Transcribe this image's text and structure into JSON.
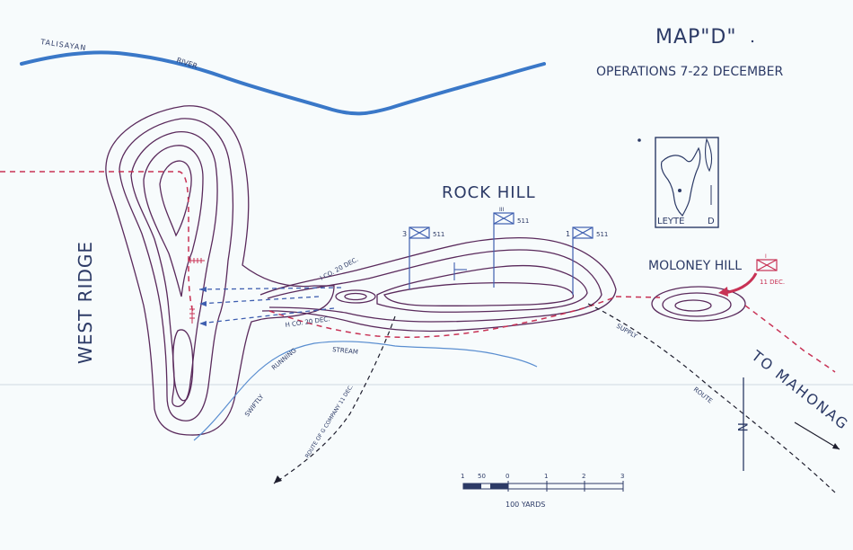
{
  "map": {
    "title": "MAP\"D\"",
    "subtitle": "OPERATIONS 7-22 DECEMBER"
  },
  "labels": {
    "river_name_1": "TALISAYAN",
    "river_name_2": "RIVER",
    "rock_hill": "ROCK HILL",
    "moloney_hill": "MOLONEY HILL",
    "west_ridge": "WEST RIDGE",
    "to_mahonag": "TO MAHONAG",
    "i_co": "I CO. 20 DEC.",
    "h_co": "H CO. 20 DEC.",
    "stream_1": "SWIFTLY",
    "stream_2": "RUNNING",
    "stream_3": "STREAM",
    "g_company": "ROUTE OF G COMPANY 11 DEC.",
    "supply_1": "SUPPLY",
    "supply_2": "ROUTE",
    "moloney_date": "11 DEC."
  },
  "units": {
    "u1_left": "3",
    "u1_right": "511",
    "u2_top": "III",
    "u2_right": "511",
    "u3_left": "1",
    "u3_right": "511",
    "moloney_top": "I"
  },
  "inset": {
    "label": "LEYTE",
    "mark": "D"
  },
  "scale": {
    "ticks": [
      "1",
      "50",
      "0",
      "1",
      "2",
      "3"
    ],
    "unit": "100 YARDS"
  },
  "north_label": "N",
  "colors": {
    "river": "#3a78c8",
    "stream": "#5a8ed0",
    "contour": "#5a2a5c",
    "route_red": "#c83255",
    "ink": "#2c3a66",
    "arrow_blue": "#3f5fb0"
  }
}
